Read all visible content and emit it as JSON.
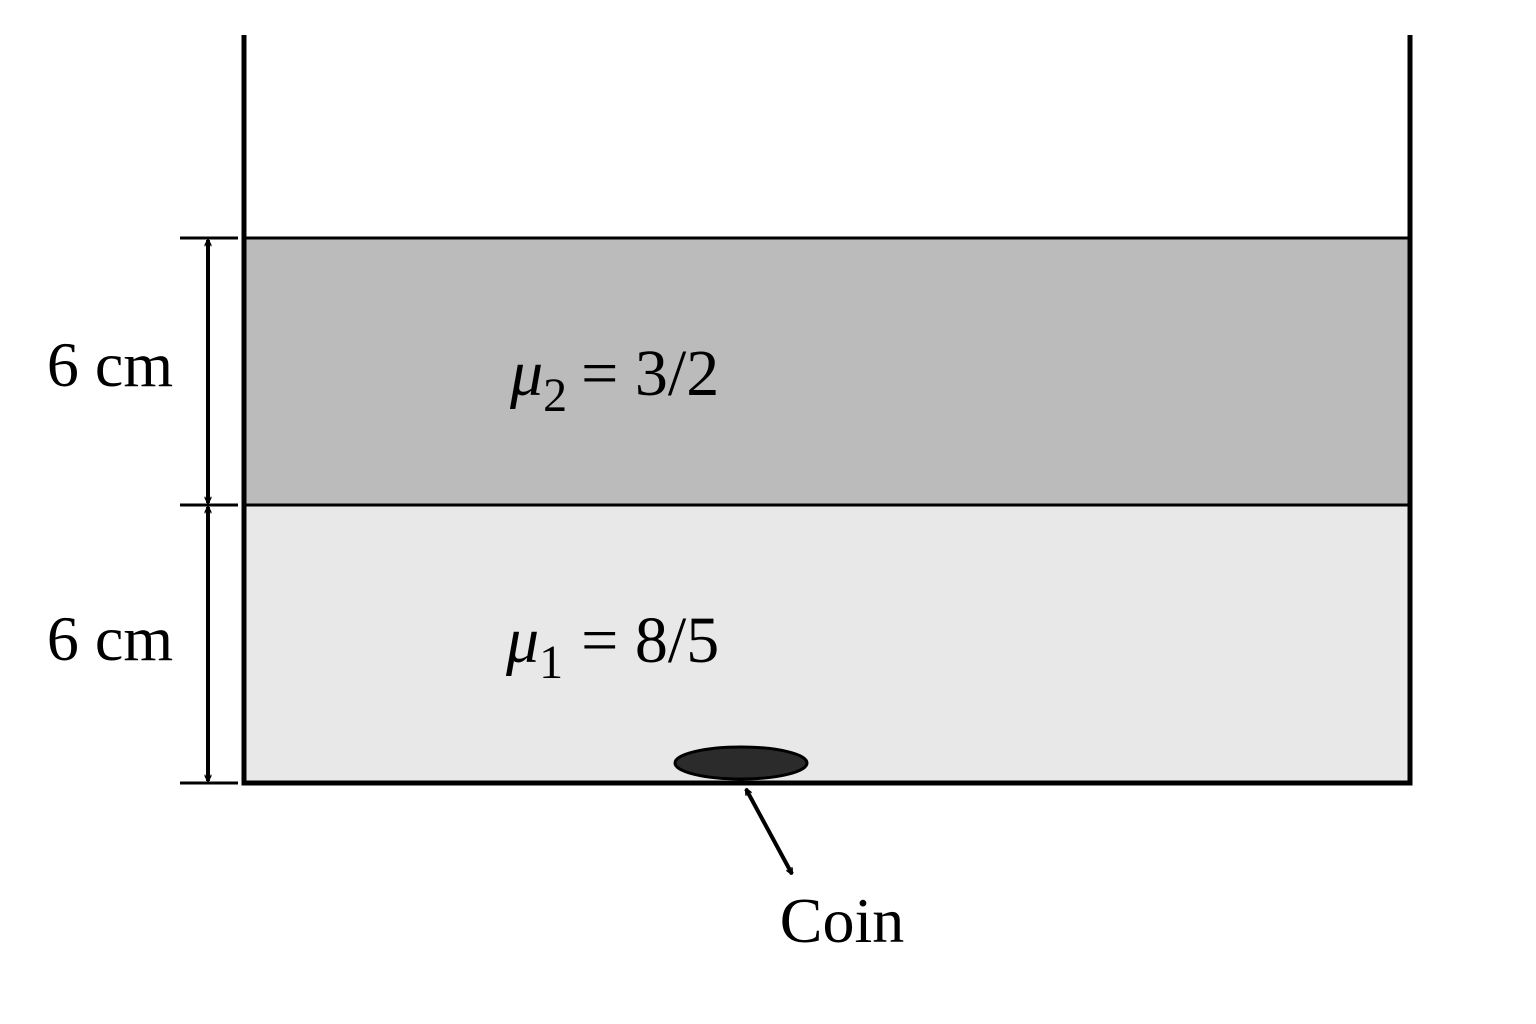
{
  "colors": {
    "upper_liquid": "#bbbbbb",
    "lower_liquid": "#e8e8e8",
    "coin": "#2b2b2b",
    "line": "#000000"
  },
  "upper_layer": {
    "thickness_label": "6 cm",
    "mu_symbol": "μ",
    "mu_subscript": "2",
    "mu_value": "= 3/2"
  },
  "lower_layer": {
    "thickness_label": "6 cm",
    "mu_symbol": "μ",
    "mu_subscript": "1",
    "mu_value": "= 8/5"
  },
  "coin": {
    "label": "Coin"
  }
}
